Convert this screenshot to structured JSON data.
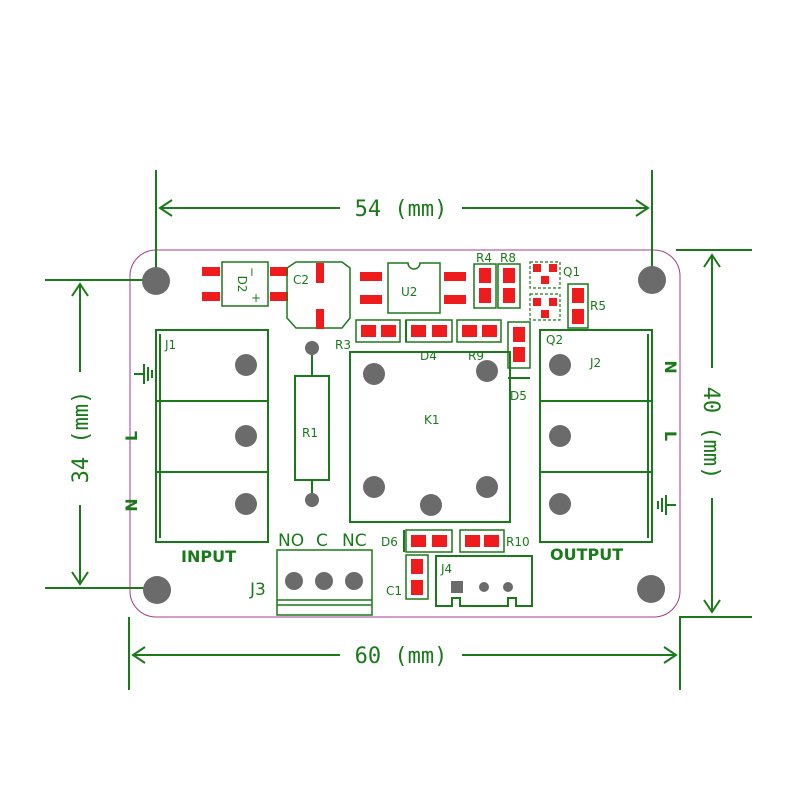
{
  "dimensions": {
    "top_width": "54 (mm)",
    "bottom_width": "60 (mm)",
    "left_height": "34 (mm)",
    "right_height": "40 (mm)"
  },
  "labels": {
    "J1": "J1",
    "J2": "J2",
    "J3": "J3",
    "J4": "J4",
    "K1": "K1",
    "U2": "U2",
    "C1": "C1",
    "C2": "C2",
    "D2": "D2",
    "D4": "D4",
    "D5": "D5",
    "D6": "D6",
    "Q1": "Q1",
    "Q2": "Q2",
    "R1": "R1",
    "R3": "R3",
    "R4": "R4",
    "R5": "R5",
    "R8": "R8",
    "R9": "R9",
    "R10": "R10",
    "input": "INPUT",
    "output": "OUTPUT",
    "no": "NO",
    "c": "C",
    "nc": "NC",
    "L": "L",
    "N": "N",
    "minus": "−",
    "plus": "+"
  },
  "colors": {
    "silkscreen": "#1a7a1a",
    "pad": "#ee1c1c",
    "hole": "#6b6b6b",
    "outline": "#a03c8c"
  }
}
